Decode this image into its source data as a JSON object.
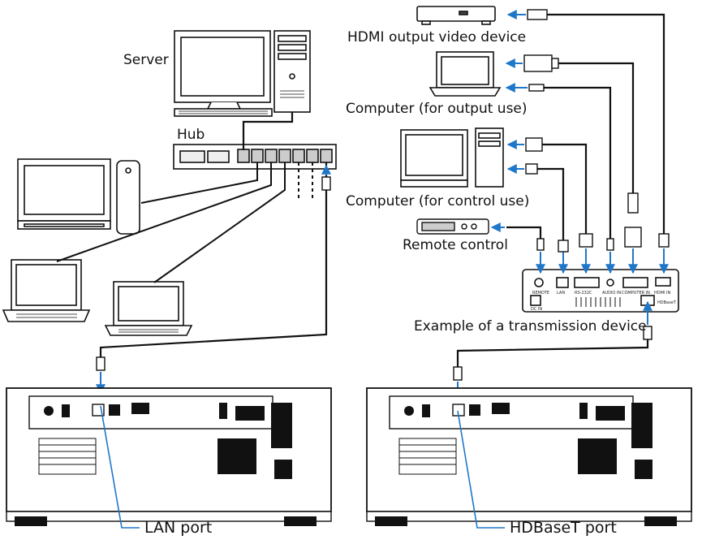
{
  "labels": {
    "server": "Server",
    "hub": "Hub",
    "hdmi_device": "HDMI output video device",
    "computer_output": "Computer (for output use)",
    "computer_control": "Computer (for control use)",
    "remote_control": "Remote control",
    "transmission_device": "Example of a transmission device",
    "lan_port": "LAN port",
    "hdbaset_port": "HDBaseT port"
  },
  "transmitter_ports": {
    "remote": "REMOTE",
    "lan": "LAN",
    "rs232c": "RS-232C",
    "audio_in": "AUDIO IN",
    "computer_in": "COMPUTER IN",
    "hdmi_in": "HDMI IN",
    "hdbaset": "HDBaseT",
    "dc_in": "DC IN"
  },
  "colors": {
    "arrow": "#1f77c9",
    "line": "#111111",
    "device_fill": "#ffffff",
    "panel_dark": "#111111"
  }
}
